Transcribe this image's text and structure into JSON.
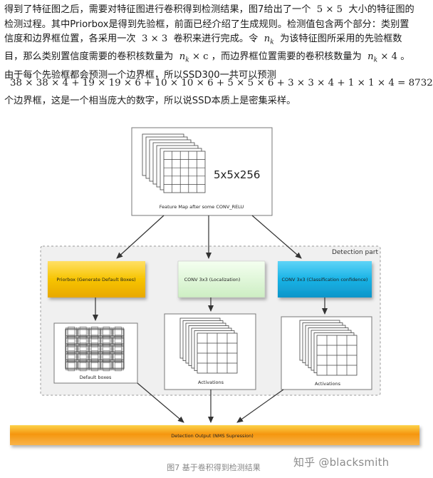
{
  "paragraph": {
    "line1_a": "得到了特征图之后，需要对特征图进行卷积得到检测结果，图7给出了一个",
    "line1_math": "5 × 5",
    "line1_b": "大小的特征图的",
    "line2": "检测过程。其中Priorbox是得到先验框，前面已经介绍了生成规则。检测值包含两个部分：类别置",
    "line3_a": "信度和边界框位置，各采用一次",
    "line3_math": "3 × 3",
    "line3_b": "卷积来进行完成。令",
    "line3_nk": "n",
    "line3_nk_sub": "k",
    "line3_c": "为该特征图所采用的先验框数",
    "line4_a": "目，那么类别置信度需要的卷积核数量为",
    "line4_math1": "× c",
    "line4_b": "，而边界框位置需要的卷积核数量为",
    "line4_math2": "× 4",
    "line4_c": "。",
    "line5": "由于每个先验框都会预测一个边界框，所以SSD300一共可以预测",
    "equation": "38 × 38 × 4 + 19 × 19 × 6 + 10 × 10 × 6 + 5 × 5 × 6 + 3 × 3 × 4 + 1 × 1 × 4 = 8732",
    "line6": "个边界框，这是一个相当庞大的数字，所以说SSD本质上是密集采样。"
  },
  "figure": {
    "feature_map_size": "5x5x256",
    "feature_map_caption": "Feature Map after some CONV_RELU",
    "detection_part_label": "Detection part",
    "priorbox_label": "Priorbox (Generate Default Boxes)",
    "localization_label": "CONV 3x3 (Localization)",
    "classification_label": "CONV 3x3 (Classification confidence)",
    "default_boxes_label": "Default boxes",
    "activations_label_1": "Activations",
    "activations_label_2": "Activations",
    "output_label": "Detection Output (NMS Supression)",
    "colors": {
      "priorbox": "#f7c400",
      "localization": "#dff7d8",
      "classification": "#19b3e6",
      "output": "#f5960f",
      "detection_bg": "#f0f0f0"
    }
  },
  "caption": "图7 基于卷积得到检测结果",
  "watermark": "知乎 @blacksmith"
}
